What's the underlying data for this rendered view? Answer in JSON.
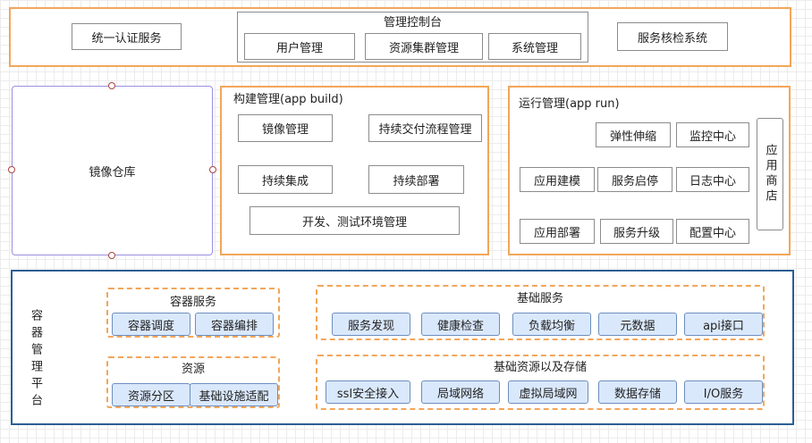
{
  "top": {
    "auth": "统一认证服务",
    "console": {
      "title": "管理控制台",
      "items": [
        "用户管理",
        "资源集群管理",
        "系统管理"
      ]
    },
    "check": "服务核检系统"
  },
  "registry": {
    "label": "镜像仓库"
  },
  "build": {
    "title": "构建管理(app build)",
    "items": [
      "镜像管理",
      "持续交付流程管理",
      "持续集成",
      "持续部署",
      "开发、测试环境管理"
    ]
  },
  "run": {
    "title": "运行管理(app run)",
    "items": [
      "弹性伸缩",
      "监控中心",
      "应用建模",
      "服务启停",
      "日志中心",
      "应用部署",
      "服务升级",
      "配置中心"
    ],
    "store": "应用商店"
  },
  "platform": {
    "label": "容器管理平台",
    "container_service": {
      "title": "容器服务",
      "items": [
        "容器调度",
        "容器编排"
      ]
    },
    "resources": {
      "title": "资源",
      "items": [
        "资源分区",
        "基础设施适配"
      ]
    },
    "basic_services": {
      "title": "基础服务",
      "items": [
        "服务发现",
        "健康检查",
        "负载均衡",
        "元数据",
        "api接口"
      ]
    },
    "basic_resources": {
      "title": "基础资源以及存储",
      "items": [
        "ssl安全接入",
        "局域网络",
        "虚拟局域网",
        "数据存储",
        "I/O服务"
      ]
    }
  }
}
